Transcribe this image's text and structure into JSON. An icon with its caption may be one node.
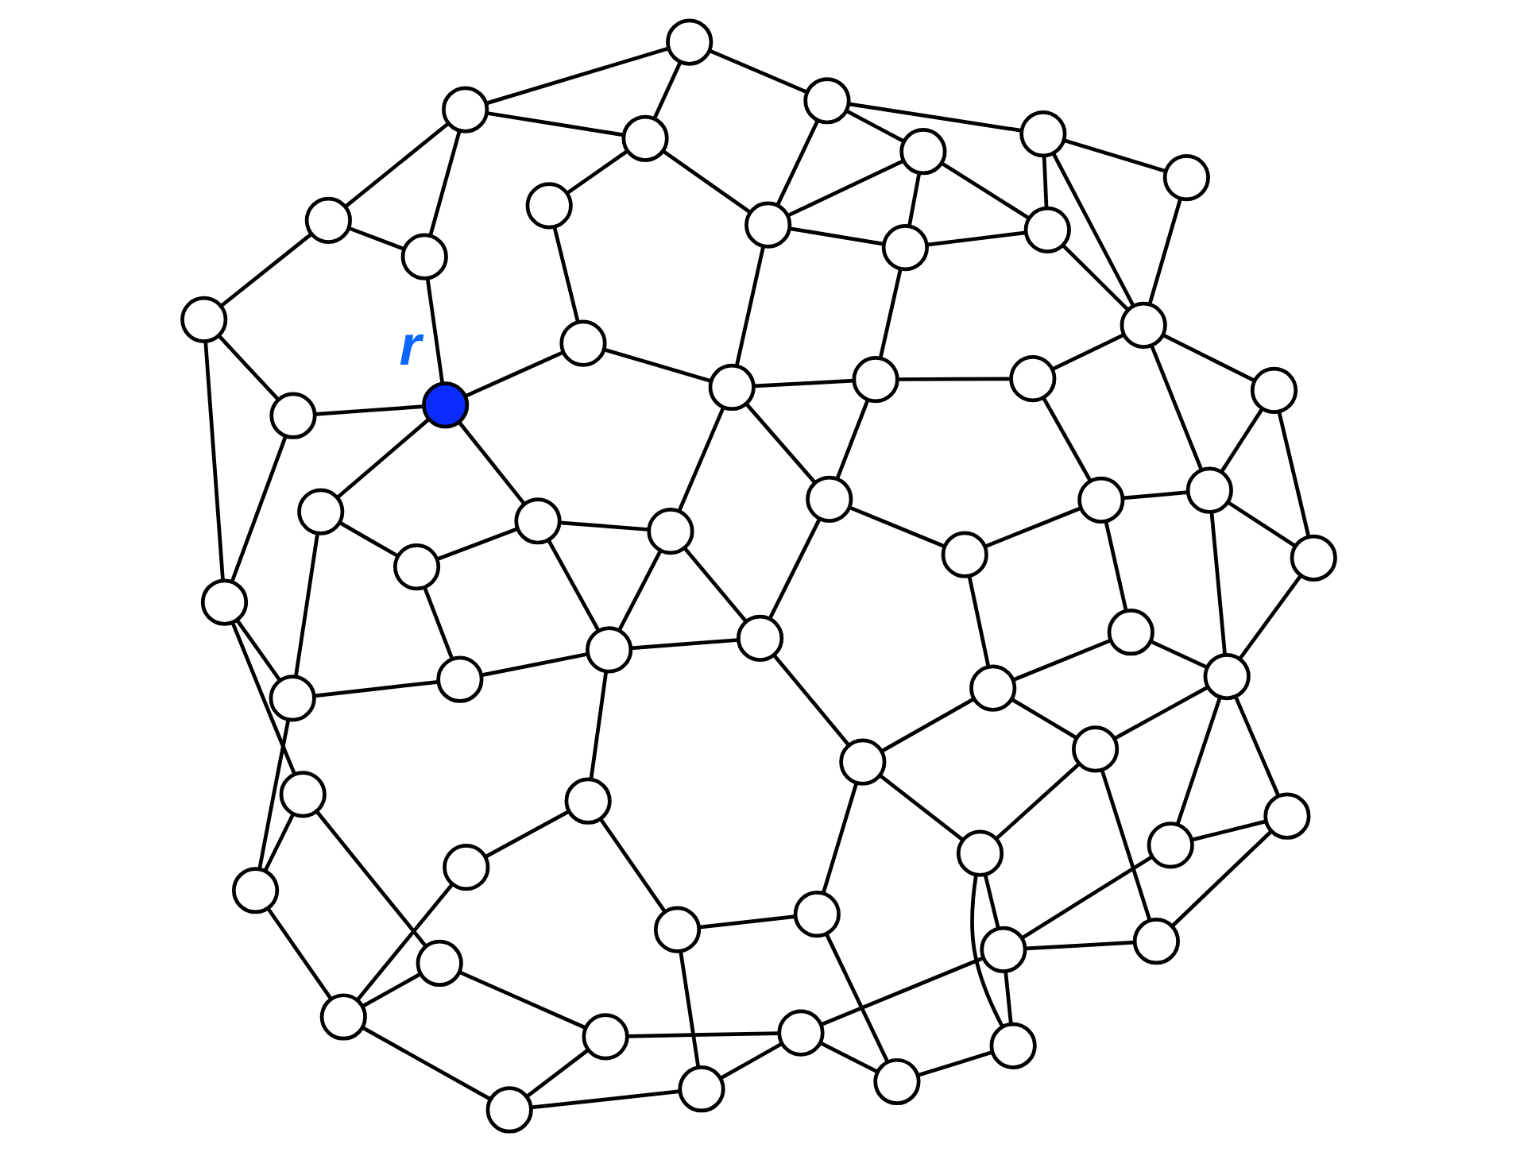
{
  "diagram": {
    "nodes": [
      {
        "text": [],
        "shape": "circle"
      },
      {
        "text": [],
        "shape": "circle"
      },
      {
        "text": [],
        "shape": "circle"
      },
      {
        "text": [],
        "shape": "circle"
      },
      {
        "text": [],
        "shape": "circle"
      },
      {
        "text": [],
        "shape": "circle"
      },
      {
        "text": [],
        "shape": "circle"
      },
      {
        "text": [],
        "shape": "circle"
      },
      {
        "text": [],
        "shape": "circle"
      },
      {
        "text": [],
        "shape": "circle"
      },
      {
        "text": [],
        "shape": "circle"
      },
      {
        "text": [],
        "shape": "circle"
      },
      {
        "text": [],
        "shape": "circle"
      },
      {
        "text": [],
        "shape": "circle"
      },
      {
        "text": [],
        "shape": "circle"
      },
      {
        "text": [],
        "shape": "circle"
      },
      {
        "text": [],
        "shape": "circle"
      },
      {
        "text": [],
        "shape": "circle"
      },
      {
        "text": [],
        "shape": "circle"
      },
      {
        "text": [],
        "shape": "circle"
      },
      {
        "text": [],
        "shape": "circle"
      },
      {
        "text": [],
        "shape": "circle"
      },
      {
        "text": [],
        "shape": "circle"
      },
      {
        "text": [],
        "shape": "circle"
      },
      {
        "text": [],
        "shape": "circle"
      },
      {
        "text": [],
        "shape": "circle"
      },
      {
        "text": [],
        "shape": "circle"
      },
      {
        "text": [],
        "shape": "circle"
      },
      {
        "text": [],
        "shape": "circle"
      },
      {
        "text": [],
        "shape": "circle"
      },
      {
        "text": [],
        "shape": "circle"
      },
      {
        "text": [],
        "shape": "circle"
      },
      {
        "text": [],
        "shape": "circle"
      },
      {
        "text": [],
        "shape": "circle",
        "beside": [
          "r"
        ]
      },
      {
        "text": [],
        "shape": "circle"
      },
      {
        "text": [],
        "shape": "circle"
      },
      {
        "text": [],
        "shape": "circle"
      },
      {
        "text": [],
        "shape": "circle"
      },
      {
        "text": [],
        "shape": "circle"
      },
      {
        "text": [],
        "shape": "circle"
      },
      {
        "text": [],
        "shape": "circle"
      },
      {
        "text": [],
        "shape": "circle"
      },
      {
        "text": [],
        "shape": "circle"
      },
      {
        "text": [],
        "shape": "circle"
      },
      {
        "text": [],
        "shape": "circle"
      },
      {
        "text": [],
        "shape": "circle"
      },
      {
        "text": [],
        "shape": "circle"
      },
      {
        "text": [],
        "shape": "circle"
      },
      {
        "text": [],
        "shape": "circle"
      },
      {
        "text": [],
        "shape": "circle"
      },
      {
        "text": [],
        "shape": "circle"
      },
      {
        "text": [],
        "shape": "circle"
      },
      {
        "text": [],
        "shape": "circle"
      },
      {
        "text": [],
        "shape": "circle"
      },
      {
        "text": [],
        "shape": "circle"
      },
      {
        "text": [],
        "shape": "circle"
      },
      {
        "text": [],
        "shape": "circle"
      },
      {
        "text": [],
        "shape": "circle"
      },
      {
        "text": [],
        "shape": "circle"
      },
      {
        "text": [],
        "shape": "circle"
      }
    ],
    "edges": [
      {
        "from": 0,
        "to": 1,
        "arrow": "none"
      },
      {
        "from": 0,
        "to": 3,
        "arrow": "none"
      },
      {
        "from": 0,
        "to": 2,
        "arrow": "none"
      },
      {
        "from": 1,
        "to": 4,
        "arrow": "none"
      },
      {
        "from": 1,
        "to": 5,
        "arrow": "none"
      },
      {
        "from": 4,
        "to": 3,
        "arrow": "none"
      },
      {
        "from": 4,
        "to": 6,
        "arrow": "none"
      },
      {
        "from": 4,
        "to": 10,
        "arrow": "none"
      },
      {
        "from": 5,
        "to": 6,
        "arrow": "none"
      },
      {
        "from": 5,
        "to": 11,
        "arrow": "none"
      },
      {
        "from": 6,
        "to": 13,
        "arrow": "none"
      },
      {
        "from": 11,
        "to": 13,
        "arrow": "none"
      },
      {
        "from": 11,
        "to": 17,
        "arrow": "none"
      },
      {
        "from": 11,
        "to": 21,
        "arrow": "none"
      },
      {
        "from": 13,
        "to": 22,
        "arrow": "none"
      },
      {
        "from": 13,
        "to": 16,
        "arrow": "none"
      },
      {
        "from": 10,
        "to": 14,
        "arrow": "none"
      },
      {
        "from": 14,
        "to": 15,
        "arrow": "none"
      },
      {
        "from": 14,
        "to": 24,
        "arrow": "none"
      },
      {
        "from": 17,
        "to": 21,
        "arrow": "none"
      },
      {
        "from": 17,
        "to": 28,
        "arrow": "none"
      },
      {
        "from": 21,
        "to": 33,
        "arrow": "none"
      },
      {
        "from": 22,
        "to": 33,
        "arrow": "none"
      },
      {
        "from": 22,
        "to": 23,
        "arrow": "none"
      },
      {
        "from": 23,
        "to": 16,
        "arrow": "none"
      },
      {
        "from": 16,
        "to": 24,
        "arrow": "none"
      },
      {
        "from": 23,
        "to": 26,
        "arrow": "none"
      },
      {
        "from": 26,
        "to": 24,
        "arrow": "none"
      },
      {
        "from": 34,
        "to": 24,
        "arrow": "none"
      },
      {
        "from": 26,
        "to": 34,
        "arrow": "none"
      },
      {
        "from": 28,
        "to": 31,
        "arrow": "none"
      },
      {
        "from": 31,
        "to": 33,
        "arrow": "none"
      },
      {
        "from": 33,
        "to": 26,
        "arrow": "none"
      },
      {
        "from": 33,
        "to": 35,
        "arrow": "none"
      },
      {
        "from": 28,
        "to": 39,
        "arrow": "none"
      },
      {
        "from": 31,
        "to": 39,
        "arrow": "none"
      },
      {
        "from": 2,
        "to": 7,
        "arrow": "none"
      },
      {
        "from": 2,
        "to": 8,
        "arrow": "none"
      },
      {
        "from": 2,
        "to": 12,
        "arrow": "none"
      },
      {
        "from": 3,
        "to": 12,
        "arrow": "none"
      },
      {
        "from": 8,
        "to": 9,
        "arrow": "none"
      },
      {
        "from": 9,
        "to": 7,
        "arrow": "none"
      },
      {
        "from": 8,
        "to": 18,
        "arrow": "none"
      },
      {
        "from": 9,
        "to": 19,
        "arrow": "none"
      },
      {
        "from": 7,
        "to": 19,
        "arrow": "none"
      },
      {
        "from": 7,
        "to": 20,
        "arrow": "none"
      },
      {
        "from": 7,
        "to": 25,
        "arrow": "none"
      },
      {
        "from": 12,
        "to": 15,
        "arrow": "none"
      },
      {
        "from": 15,
        "to": 18,
        "arrow": "none"
      },
      {
        "from": 24,
        "to": 27,
        "arrow": "none"
      },
      {
        "from": 27,
        "to": 32,
        "arrow": "none"
      },
      {
        "from": 18,
        "to": 32,
        "arrow": "none"
      },
      {
        "from": 19,
        "to": 32,
        "arrow": "none"
      },
      {
        "from": 19,
        "to": 29,
        "arrow": "none"
      },
      {
        "from": 20,
        "to": 29,
        "arrow": "none"
      },
      {
        "from": 20,
        "to": 30,
        "arrow": "none"
      },
      {
        "from": 30,
        "to": 25,
        "arrow": "none"
      },
      {
        "from": 25,
        "to": 41,
        "arrow": "none"
      },
      {
        "from": 34,
        "to": 27,
        "arrow": "none"
      },
      {
        "from": 27,
        "to": 37,
        "arrow": "none"
      },
      {
        "from": 32,
        "to": 36,
        "arrow": "none"
      },
      {
        "from": 29,
        "to": 36,
        "arrow": "none"
      },
      {
        "from": 29,
        "to": 41,
        "arrow": "none"
      },
      {
        "from": 30,
        "to": 41,
        "arrow": "none"
      },
      {
        "from": 36,
        "to": 38,
        "arrow": "none"
      },
      {
        "from": 38,
        "to": 41,
        "arrow": "none"
      },
      {
        "from": 36,
        "to": 44,
        "arrow": "none"
      },
      {
        "from": 37,
        "to": 44,
        "arrow": "none"
      },
      {
        "from": 44,
        "to": 45,
        "arrow": "none"
      },
      {
        "from": 45,
        "to": 38,
        "arrow": "none"
      },
      {
        "from": 37,
        "to": 46,
        "arrow": "none"
      },
      {
        "from": 37,
        "to": 43,
        "arrow": "none"
      },
      {
        "from": 45,
        "to": 52,
        "arrow": "none"
      },
      {
        "from": 46,
        "to": 52,
        "arrow": "none"
      },
      {
        "from": 45,
        "to": 50,
        "arrow": "none"
      },
      {
        "from": 50,
        "to": 41,
        "arrow": "none"
      },
      {
        "from": 50,
        "to": 49,
        "arrow": "none"
      },
      {
        "from": 49,
        "to": 41,
        "arrow": "none"
      },
      {
        "from": 50,
        "to": 57,
        "arrow": "none"
      },
      {
        "from": 49,
        "to": 57,
        "arrow": "none"
      },
      {
        "from": 50,
        "to": 55,
        "arrow": "none"
      },
      {
        "from": 52,
        "to": 55,
        "arrow": "none"
      },
      {
        "from": 55,
        "to": 57,
        "arrow": "none"
      },
      {
        "from": 55,
        "to": 54,
        "arrow": "none"
      },
      {
        "from": 58,
        "to": 55,
        "arrow": "none"
      },
      {
        "from": 55,
        "to": 59,
        "arrow": "none"
      },
      {
        "from": 35,
        "to": 40,
        "arrow": "none"
      },
      {
        "from": 35,
        "to": 43,
        "arrow": "none"
      },
      {
        "from": 34,
        "to": 43,
        "arrow": "none"
      },
      {
        "from": 39,
        "to": 42,
        "arrow": "none"
      },
      {
        "from": 40,
        "to": 42,
        "arrow": "none"
      },
      {
        "from": 39,
        "to": 47,
        "arrow": "none"
      },
      {
        "from": 47,
        "to": 42,
        "arrow": "none"
      },
      {
        "from": 47,
        "to": 56,
        "arrow": "none"
      },
      {
        "from": 42,
        "to": 48,
        "arrow": "none"
      },
      {
        "from": 43,
        "to": 48,
        "arrow": "none"
      },
      {
        "from": 43,
        "to": 46,
        "arrow": "none"
      },
      {
        "from": 46,
        "to": 51,
        "arrow": "none"
      },
      {
        "from": 48,
        "to": 51,
        "arrow": "none"
      },
      {
        "from": 48,
        "to": 53,
        "arrow": "none"
      },
      {
        "from": 48,
        "to": 56,
        "arrow": "none"
      },
      {
        "from": 53,
        "to": 51,
        "arrow": "none"
      },
      {
        "from": 53,
        "to": 54,
        "arrow": "none"
      },
      {
        "from": 51,
        "to": 54,
        "arrow": "none"
      },
      {
        "from": 56,
        "to": 53,
        "arrow": "none"
      },
      {
        "from": 56,
        "to": 58,
        "arrow": "none"
      },
      {
        "from": 58,
        "to": 54,
        "arrow": "none"
      },
      {
        "from": 58,
        "to": 59,
        "arrow": "none"
      }
    ]
  }
}
